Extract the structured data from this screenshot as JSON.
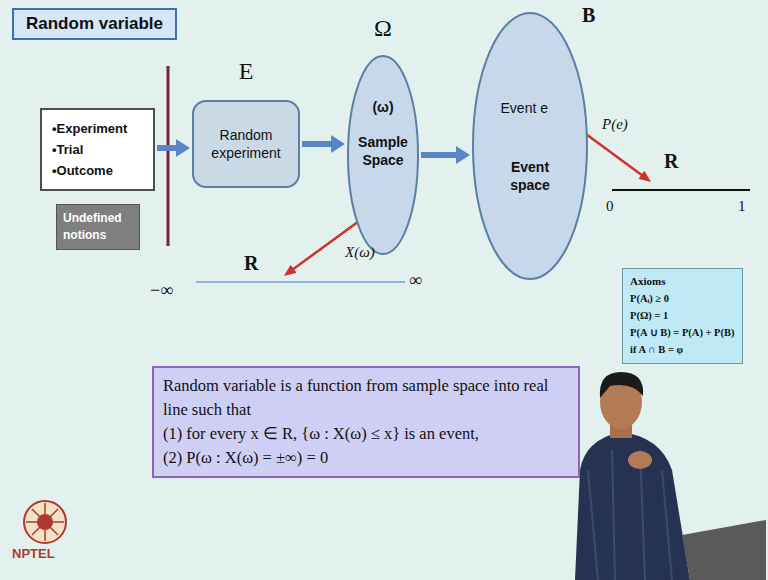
{
  "diagram": {
    "title": "Random variable",
    "nodes": [
      {
        "text": [
          "•Experiment",
          "•Trial",
          "•Outcome"
        ]
      },
      {
        "text": [
          "Undefined notions"
        ]
      },
      {
        "text": [
          "E",
          "Random experiment"
        ]
      },
      {
        "text": [
          "Ω",
          "(ω)",
          "Sample Space"
        ]
      },
      {
        "text": [
          "B",
          "Event e",
          "Event space"
        ]
      },
      {
        "text": [
          "Axioms",
          "P(Aᵢ) ≥ 0",
          "P(Ω) = 1",
          "P(A ∪ B) = P(A) + P(B)",
          "if A ∩ B = φ"
        ]
      },
      {
        "text": [
          "Random variable is a function from sample space into real line such that",
          "(1) for every x ∈ R, {ω : X(ω) ≤ x} is an event,",
          "(2) P(ω : X(ω) = ±∞) = 0"
        ]
      }
    ],
    "edges": [
      {
        "from": 0,
        "to": 2,
        "arrow": "to"
      },
      {
        "from": 2,
        "to": 3,
        "arrow": "to"
      },
      {
        "from": 3,
        "to": 4,
        "arrow": "to"
      }
    ],
    "labels": [
      "P(e)",
      "R",
      "0",
      "1",
      "X(ω)",
      "R",
      "−∞",
      "∞",
      "NPTEL"
    ]
  }
}
